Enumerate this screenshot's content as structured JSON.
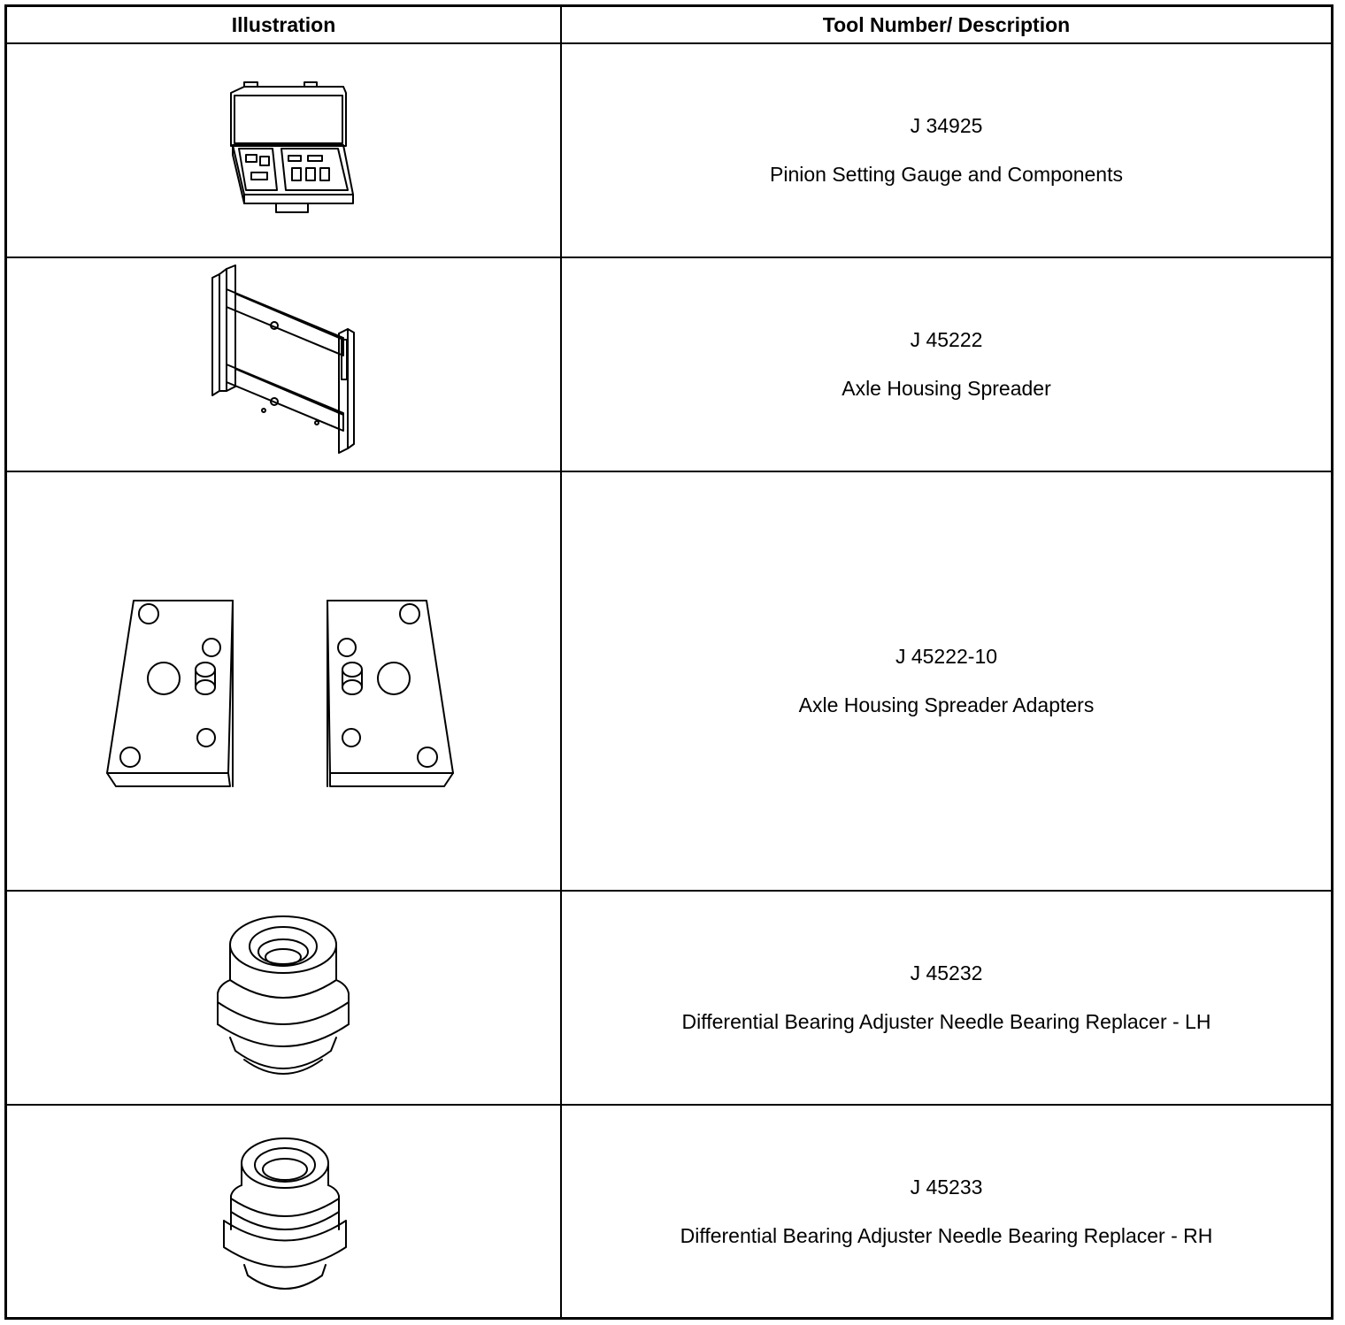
{
  "table": {
    "headers": {
      "illustration": "Illustration",
      "tool": "Tool Number/ Description"
    },
    "rows": [
      {
        "tool_number": "J 34925",
        "description": "Pinion Setting Gauge and Components",
        "illustration_icon": "tool-case-icon"
      },
      {
        "tool_number": "J 45222",
        "description": "Axle Housing Spreader",
        "illustration_icon": "axle-spreader-frame-icon"
      },
      {
        "tool_number": "J 45222-10",
        "description": "Axle Housing Spreader Adapters",
        "illustration_icon": "spreader-adapter-plates-icon"
      },
      {
        "tool_number": "J 45232",
        "description": "Differential Bearing Adjuster Needle Bearing Replacer - LH",
        "illustration_icon": "bearing-replacer-lh-icon"
      },
      {
        "tool_number": "J 45233",
        "description": "Differential Bearing Adjuster Needle Bearing Replacer - RH",
        "illustration_icon": "bearing-replacer-rh-icon"
      }
    ]
  }
}
